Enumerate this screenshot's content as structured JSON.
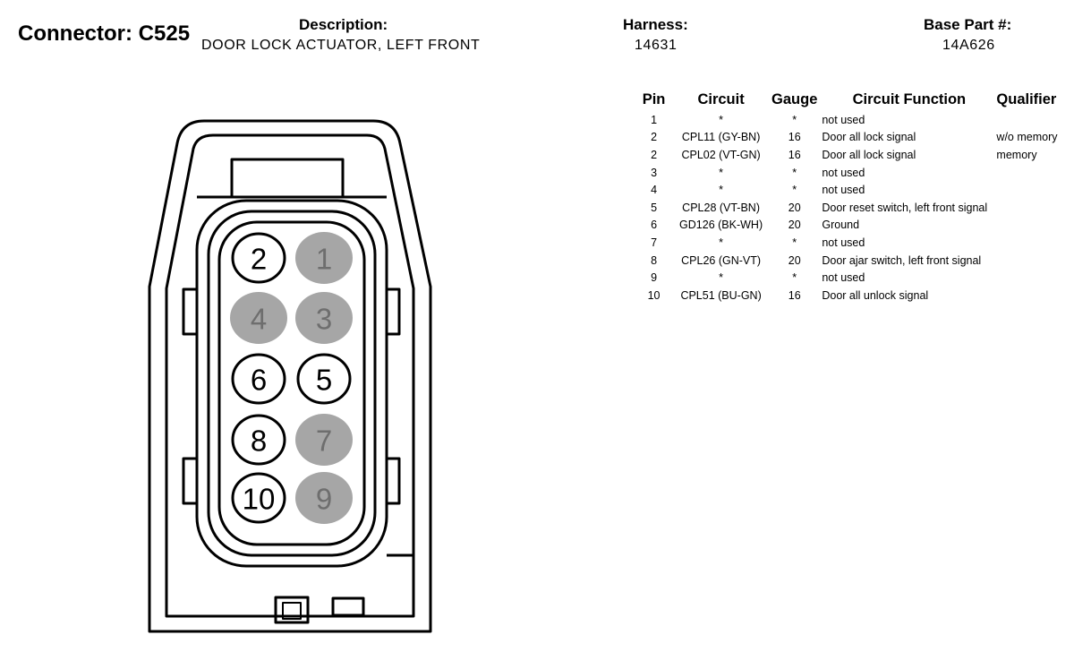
{
  "header": {
    "connector_title": "Connector: C525",
    "description_label": "Description:",
    "description_value": "DOOR LOCK ACTUATOR, LEFT FRONT",
    "harness_label": "Harness:",
    "harness_value": "14631",
    "base_part_label": "Base Part #:",
    "base_part_value": "14A626"
  },
  "table": {
    "headers": {
      "pin": "Pin",
      "circuit": "Circuit",
      "gauge": "Gauge",
      "function": "Circuit Function",
      "qualifier": "Qualifier"
    },
    "rows": [
      {
        "pin": "1",
        "circuit": "*",
        "gauge": "*",
        "function": "not used",
        "qualifier": ""
      },
      {
        "pin": "2",
        "circuit": "CPL11 (GY-BN)",
        "gauge": "16",
        "function": "Door all lock signal",
        "qualifier": "w/o memory"
      },
      {
        "pin": "2",
        "circuit": "CPL02 (VT-GN)",
        "gauge": "16",
        "function": "Door all lock signal",
        "qualifier": "memory"
      },
      {
        "pin": "3",
        "circuit": "*",
        "gauge": "*",
        "function": "not used",
        "qualifier": ""
      },
      {
        "pin": "4",
        "circuit": "*",
        "gauge": "*",
        "function": "not used",
        "qualifier": ""
      },
      {
        "pin": "5",
        "circuit": "CPL28 (VT-BN)",
        "gauge": "20",
        "function": "Door reset switch, left front signal",
        "qualifier": ""
      },
      {
        "pin": "6",
        "circuit": "GD126 (BK-WH)",
        "gauge": "20",
        "function": "Ground",
        "qualifier": ""
      },
      {
        "pin": "7",
        "circuit": "*",
        "gauge": "*",
        "function": "not used",
        "qualifier": ""
      },
      {
        "pin": "8",
        "circuit": "CPL26 (GN-VT)",
        "gauge": "20",
        "function": "Door ajar switch, left front signal",
        "qualifier": ""
      },
      {
        "pin": "9",
        "circuit": "*",
        "gauge": "*",
        "function": "not used",
        "qualifier": ""
      },
      {
        "pin": "10",
        "circuit": "CPL51 (BU-GN)",
        "gauge": "16",
        "function": "Door all unlock signal",
        "qualifier": ""
      }
    ]
  },
  "connector_pins": [
    {
      "label": "2",
      "state": "used"
    },
    {
      "label": "1",
      "state": "unused"
    },
    {
      "label": "4",
      "state": "unused"
    },
    {
      "label": "3",
      "state": "unused"
    },
    {
      "label": "6",
      "state": "used"
    },
    {
      "label": "5",
      "state": "used"
    },
    {
      "label": "8",
      "state": "used"
    },
    {
      "label": "7",
      "state": "unused"
    },
    {
      "label": "10",
      "state": "used"
    },
    {
      "label": "9",
      "state": "unused"
    }
  ],
  "colors": {
    "unused_pin_fill": "#a6a6a6",
    "unused_pin_text": "#6e6e6e",
    "outline": "#000000"
  }
}
